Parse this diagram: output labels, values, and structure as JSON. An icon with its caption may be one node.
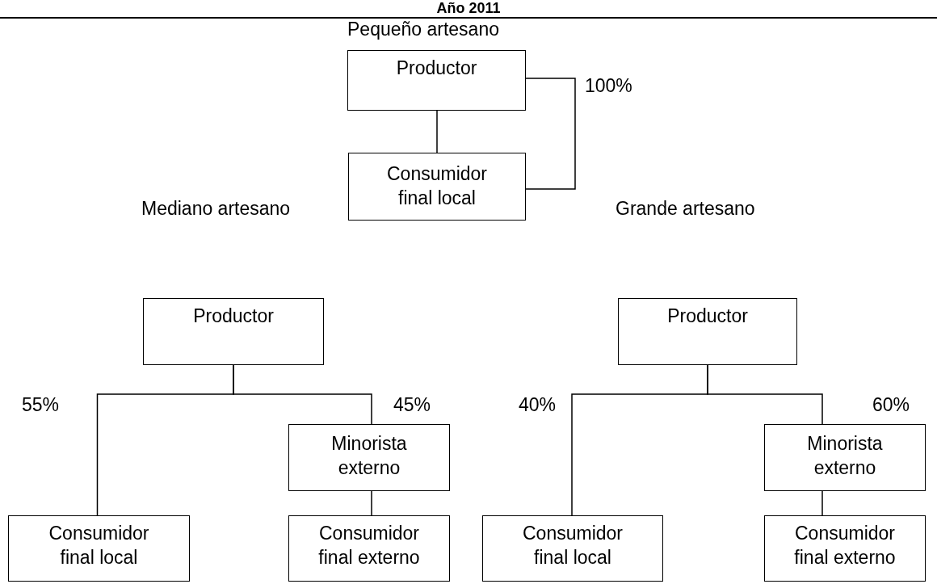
{
  "diagram": {
    "title": "Año 2011",
    "nodes": [
      {
        "text": [
          "Productor"
        ],
        "beside": [
          "Pequeño artesano"
        ]
      },
      {
        "text": [
          "Consumidor final local"
        ]
      },
      {
        "text": [
          "Productor"
        ]
      },
      {
        "text": [
          "Consumidor final local"
        ]
      },
      {
        "text": [
          "Minorista externo"
        ]
      },
      {
        "text": [
          "Consumidor final externo"
        ]
      },
      {
        "text": [
          "Productor"
        ]
      },
      {
        "text": [
          "Consumidor final local"
        ]
      },
      {
        "text": [
          "Minorista externo"
        ]
      },
      {
        "text": [
          "Consumidor final externo"
        ]
      }
    ],
    "edges": [
      {
        "from": 0,
        "to": 1,
        "arrow": "none"
      },
      {
        "from": 0,
        "to": 1,
        "arrow": "none",
        "label": "100%"
      },
      {
        "from": 2,
        "to": 3,
        "arrow": "none",
        "label": "55%"
      },
      {
        "from": 2,
        "to": 4,
        "arrow": "none",
        "label": "45%"
      },
      {
        "from": 4,
        "to": 5,
        "arrow": "none"
      },
      {
        "from": 6,
        "to": 7,
        "arrow": "none",
        "label": "40%"
      },
      {
        "from": 6,
        "to": 8,
        "arrow": "none",
        "label": "60%"
      },
      {
        "from": 8,
        "to": 9,
        "arrow": "none"
      }
    ],
    "labels": [
      "Mediano artesano",
      "Grande artesano"
    ]
  }
}
